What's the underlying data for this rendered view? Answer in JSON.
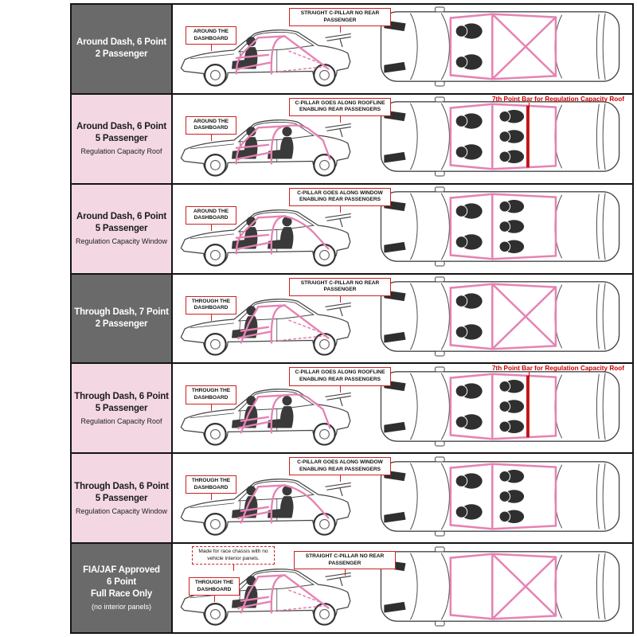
{
  "colors": {
    "cage_pink": "#e583b4",
    "seventh_bar_red": "#c11414",
    "callout_red": "#cc2222",
    "note_red": "#cc0000",
    "label_dark_bg": "#6a6a6a",
    "label_pink_bg": "#f3d8e4"
  },
  "rows": [
    {
      "theme": "dark",
      "title_lines": [
        "Around Dash, 6 Point",
        "2 Passenger"
      ],
      "subtitle": "",
      "callouts": {
        "dash": "AROUND THE DASHBOARD",
        "pillar": "STRAIGHT C-PILLAR NO REAR PASSENGER",
        "extra": "",
        "note": ""
      },
      "diagram": {
        "dash_type": "around",
        "c_pillar": "straight",
        "rear_passengers": false,
        "top_passengers": 2,
        "seventh_bar": false
      }
    },
    {
      "theme": "pink",
      "title_lines": [
        "Around Dash, 6 Point",
        "5 Passenger"
      ],
      "subtitle": "Regulation Capacity Roof",
      "callouts": {
        "dash": "AROUND THE DASHBOARD",
        "pillar": "C-PILLAR GOES ALONG ROOFLINE ENABLING REAR PASSENGERS",
        "extra": "",
        "note": "7th Point Bar for Regulation Capacity Roof"
      },
      "diagram": {
        "dash_type": "around",
        "c_pillar": "roofline",
        "rear_passengers": true,
        "top_passengers": 5,
        "seventh_bar": true
      }
    },
    {
      "theme": "pink",
      "title_lines": [
        "Around Dash, 6 Point",
        "5 Passenger"
      ],
      "subtitle": "Regulation Capacity Window",
      "callouts": {
        "dash": "AROUND THE DASHBOARD",
        "pillar": "C-PILLAR GOES ALONG WINDOW ENABLING REAR PASSENGERS",
        "extra": "",
        "note": ""
      },
      "diagram": {
        "dash_type": "around",
        "c_pillar": "window",
        "rear_passengers": true,
        "top_passengers": 5,
        "seventh_bar": false
      }
    },
    {
      "theme": "dark",
      "title_lines": [
        "Through Dash, 7 Point",
        "2 Passenger"
      ],
      "subtitle": "",
      "callouts": {
        "dash": "THROUGH THE DASHBOARD",
        "pillar": "STRAIGHT C-PILLAR NO REAR PASSENGER",
        "extra": "",
        "note": ""
      },
      "diagram": {
        "dash_type": "through",
        "c_pillar": "straight",
        "rear_passengers": false,
        "top_passengers": 2,
        "seventh_bar": false
      }
    },
    {
      "theme": "pink",
      "title_lines": [
        "Through Dash, 6 Point",
        "5 Passenger"
      ],
      "subtitle": "Regulation Capacity Roof",
      "callouts": {
        "dash": "THROUGH THE DASHBOARD",
        "pillar": "C-PILLAR GOES ALONG ROOFLINE ENABLING REAR PASSENGERS",
        "extra": "",
        "note": "7th Point Bar for Regulation Capacity Roof"
      },
      "diagram": {
        "dash_type": "through",
        "c_pillar": "roofline",
        "rear_passengers": true,
        "top_passengers": 5,
        "seventh_bar": true
      }
    },
    {
      "theme": "pink",
      "title_lines": [
        "Through Dash, 6 Point",
        "5 Passenger"
      ],
      "subtitle": "Regulation Capacity Window",
      "callouts": {
        "dash": "THROUGH THE DASHBOARD",
        "pillar": "C-PILLAR GOES ALONG WINDOW ENABLING REAR PASSENGERS",
        "extra": "",
        "note": ""
      },
      "diagram": {
        "dash_type": "through",
        "c_pillar": "window",
        "rear_passengers": true,
        "top_passengers": 5,
        "seventh_bar": false
      }
    },
    {
      "theme": "dark",
      "title_lines": [
        "FIA/JAF Approved",
        "6 Point",
        "Full Race Only"
      ],
      "subtitle": "(no interior panels)",
      "callouts": {
        "dash": "THROUGH THE DASHBOARD",
        "pillar": "STRAIGHT C-PILLAR NO REAR PASSENGER",
        "extra": "Made for race chassis with no vehicle interior panels.",
        "note": ""
      },
      "diagram": {
        "dash_type": "through",
        "c_pillar": "straight",
        "rear_passengers": false,
        "top_passengers": 0,
        "seventh_bar": false
      }
    }
  ]
}
